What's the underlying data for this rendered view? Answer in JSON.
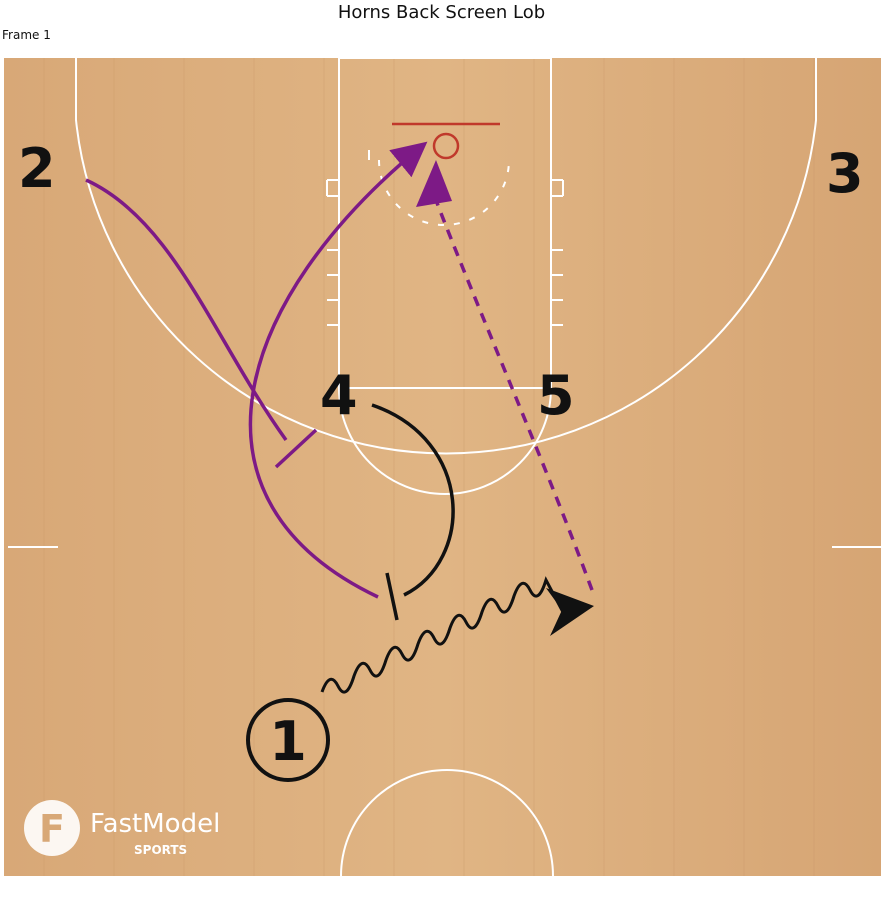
{
  "title": "Horns Back Screen Lob",
  "frame_label": "Frame 1",
  "players": {
    "p1": "1",
    "p2": "2",
    "p3": "3",
    "p4": "4",
    "p5": "5"
  },
  "brand": {
    "name": "FastModel",
    "sub": "SPORTS",
    "logo_letter": "F"
  },
  "colors": {
    "court_wood": "#dcae7d",
    "court_lines": "#ffffff",
    "rim": "#c0392b",
    "cut_path": "#7d1a86",
    "dribble_path": "#111111"
  }
}
